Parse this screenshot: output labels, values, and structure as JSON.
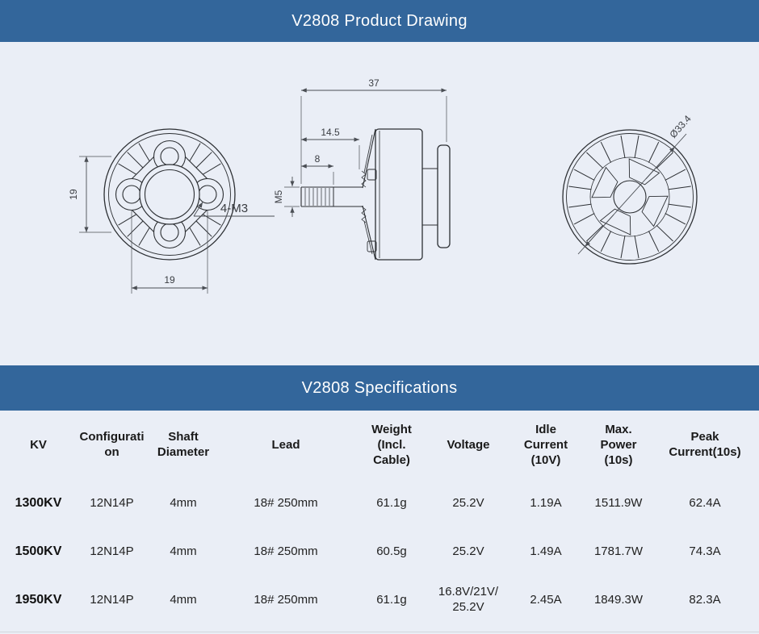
{
  "page": {
    "accent_color": "#33669B",
    "background_color": "#EAEEF6"
  },
  "product_drawing": {
    "title": "V2808 Product Drawing",
    "front_view": {
      "hole_spacing_vertical": "19",
      "hole_spacing_horizontal": "19",
      "mount_holes": "4-M3"
    },
    "side_view": {
      "total_length": "37",
      "shaft_length": "14.5",
      "thread_length": "8",
      "shaft_thread": "M5"
    },
    "rear_view": {
      "bell_diameter": "Ø33.4"
    }
  },
  "specifications": {
    "title": "V2808 Specifications",
    "columns": [
      "KV",
      [
        "Configurati",
        "on"
      ],
      [
        "Shaft",
        "Diameter"
      ],
      "Lead",
      [
        "Weight",
        "(Incl.",
        "Cable)"
      ],
      "Voltage",
      [
        "Idle",
        "Current",
        "(10V)"
      ],
      [
        "Max.",
        "Power",
        "(10s)"
      ],
      [
        "Peak",
        "Current(10s)"
      ]
    ],
    "rows": [
      [
        "1300KV",
        "12N14P",
        "4mm",
        "18# 250mm",
        "61.1g",
        "25.2V",
        "1.19A",
        "1511.9W",
        "62.4A"
      ],
      [
        "1500KV",
        "12N14P",
        "4mm",
        "18# 250mm",
        "60.5g",
        "25.2V",
        "1.49A",
        "1781.7W",
        "74.3A"
      ],
      [
        "1950KV",
        "12N14P",
        "4mm",
        "18# 250mm",
        "61.1g",
        [
          "16.8V/21V/",
          "25.2V"
        ],
        "2.45A",
        "1849.3W",
        "82.3A"
      ]
    ]
  }
}
